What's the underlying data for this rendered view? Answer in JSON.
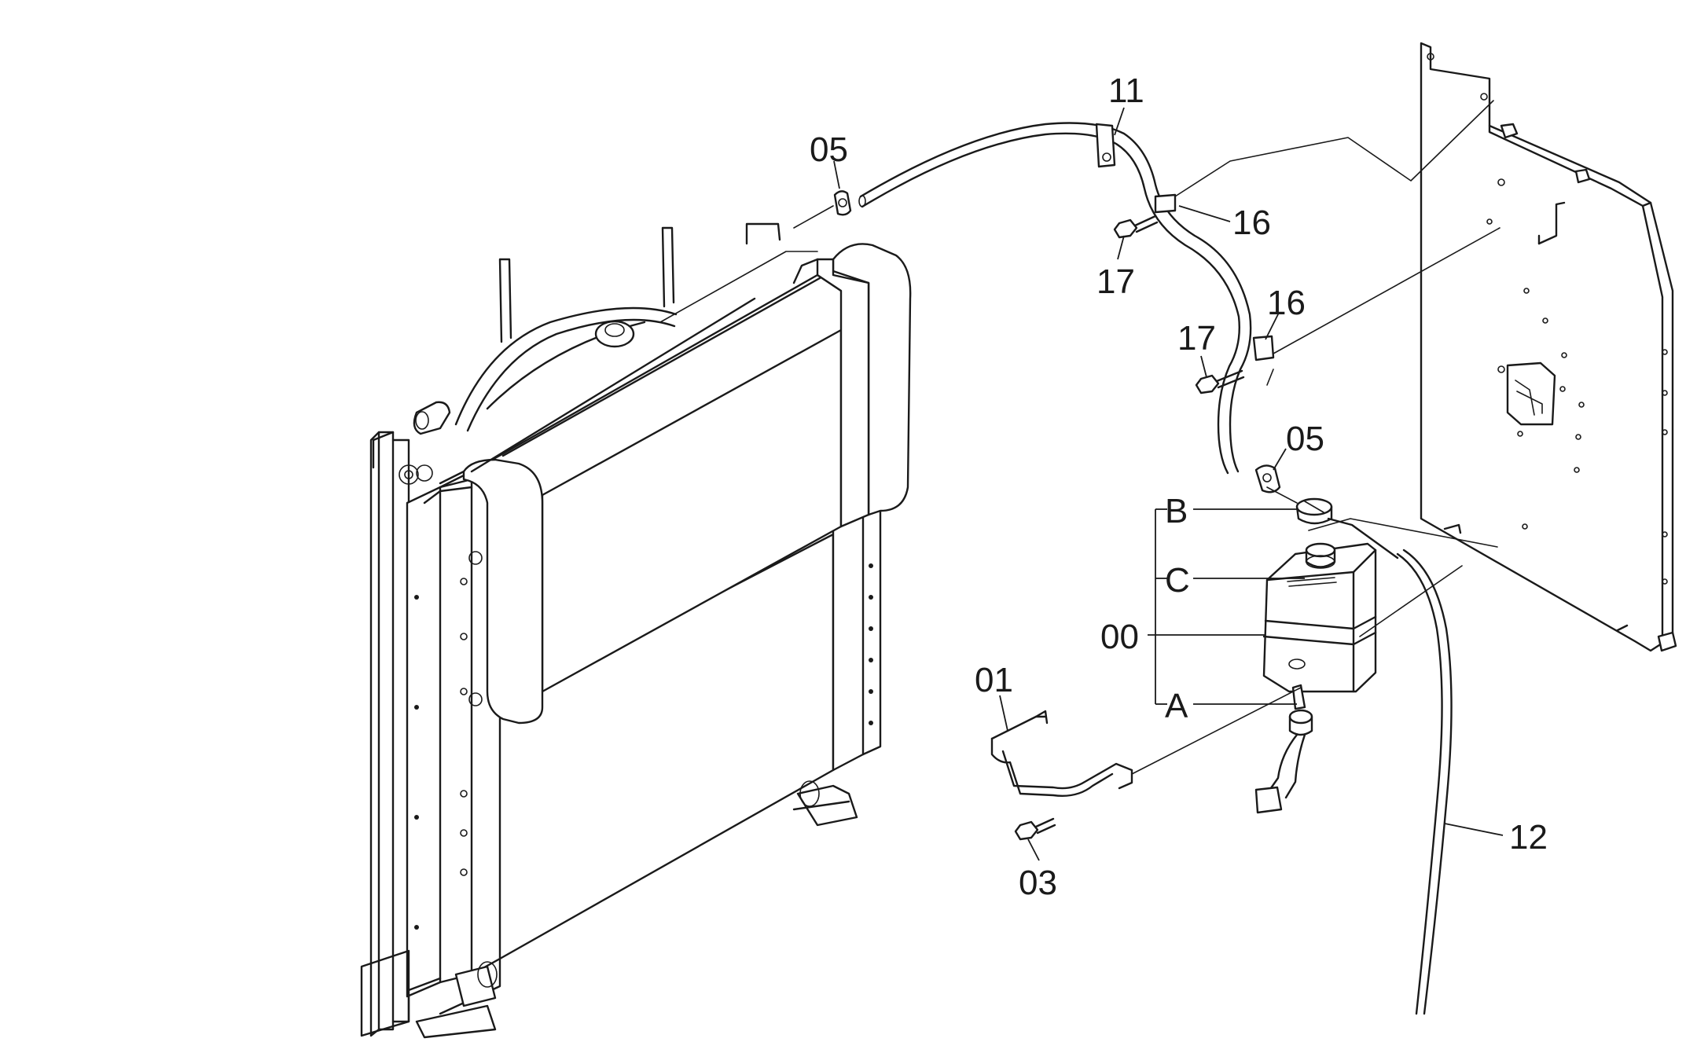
{
  "callouts": {
    "c11": "11",
    "c05a": "05",
    "c16a": "16",
    "c17a": "17",
    "c16b": "16",
    "c17b": "17",
    "c05b": "05",
    "cB": "B",
    "cC": "C",
    "c00": "00",
    "cA": "A",
    "c01": "01",
    "c03": "03",
    "c12": "12"
  }
}
